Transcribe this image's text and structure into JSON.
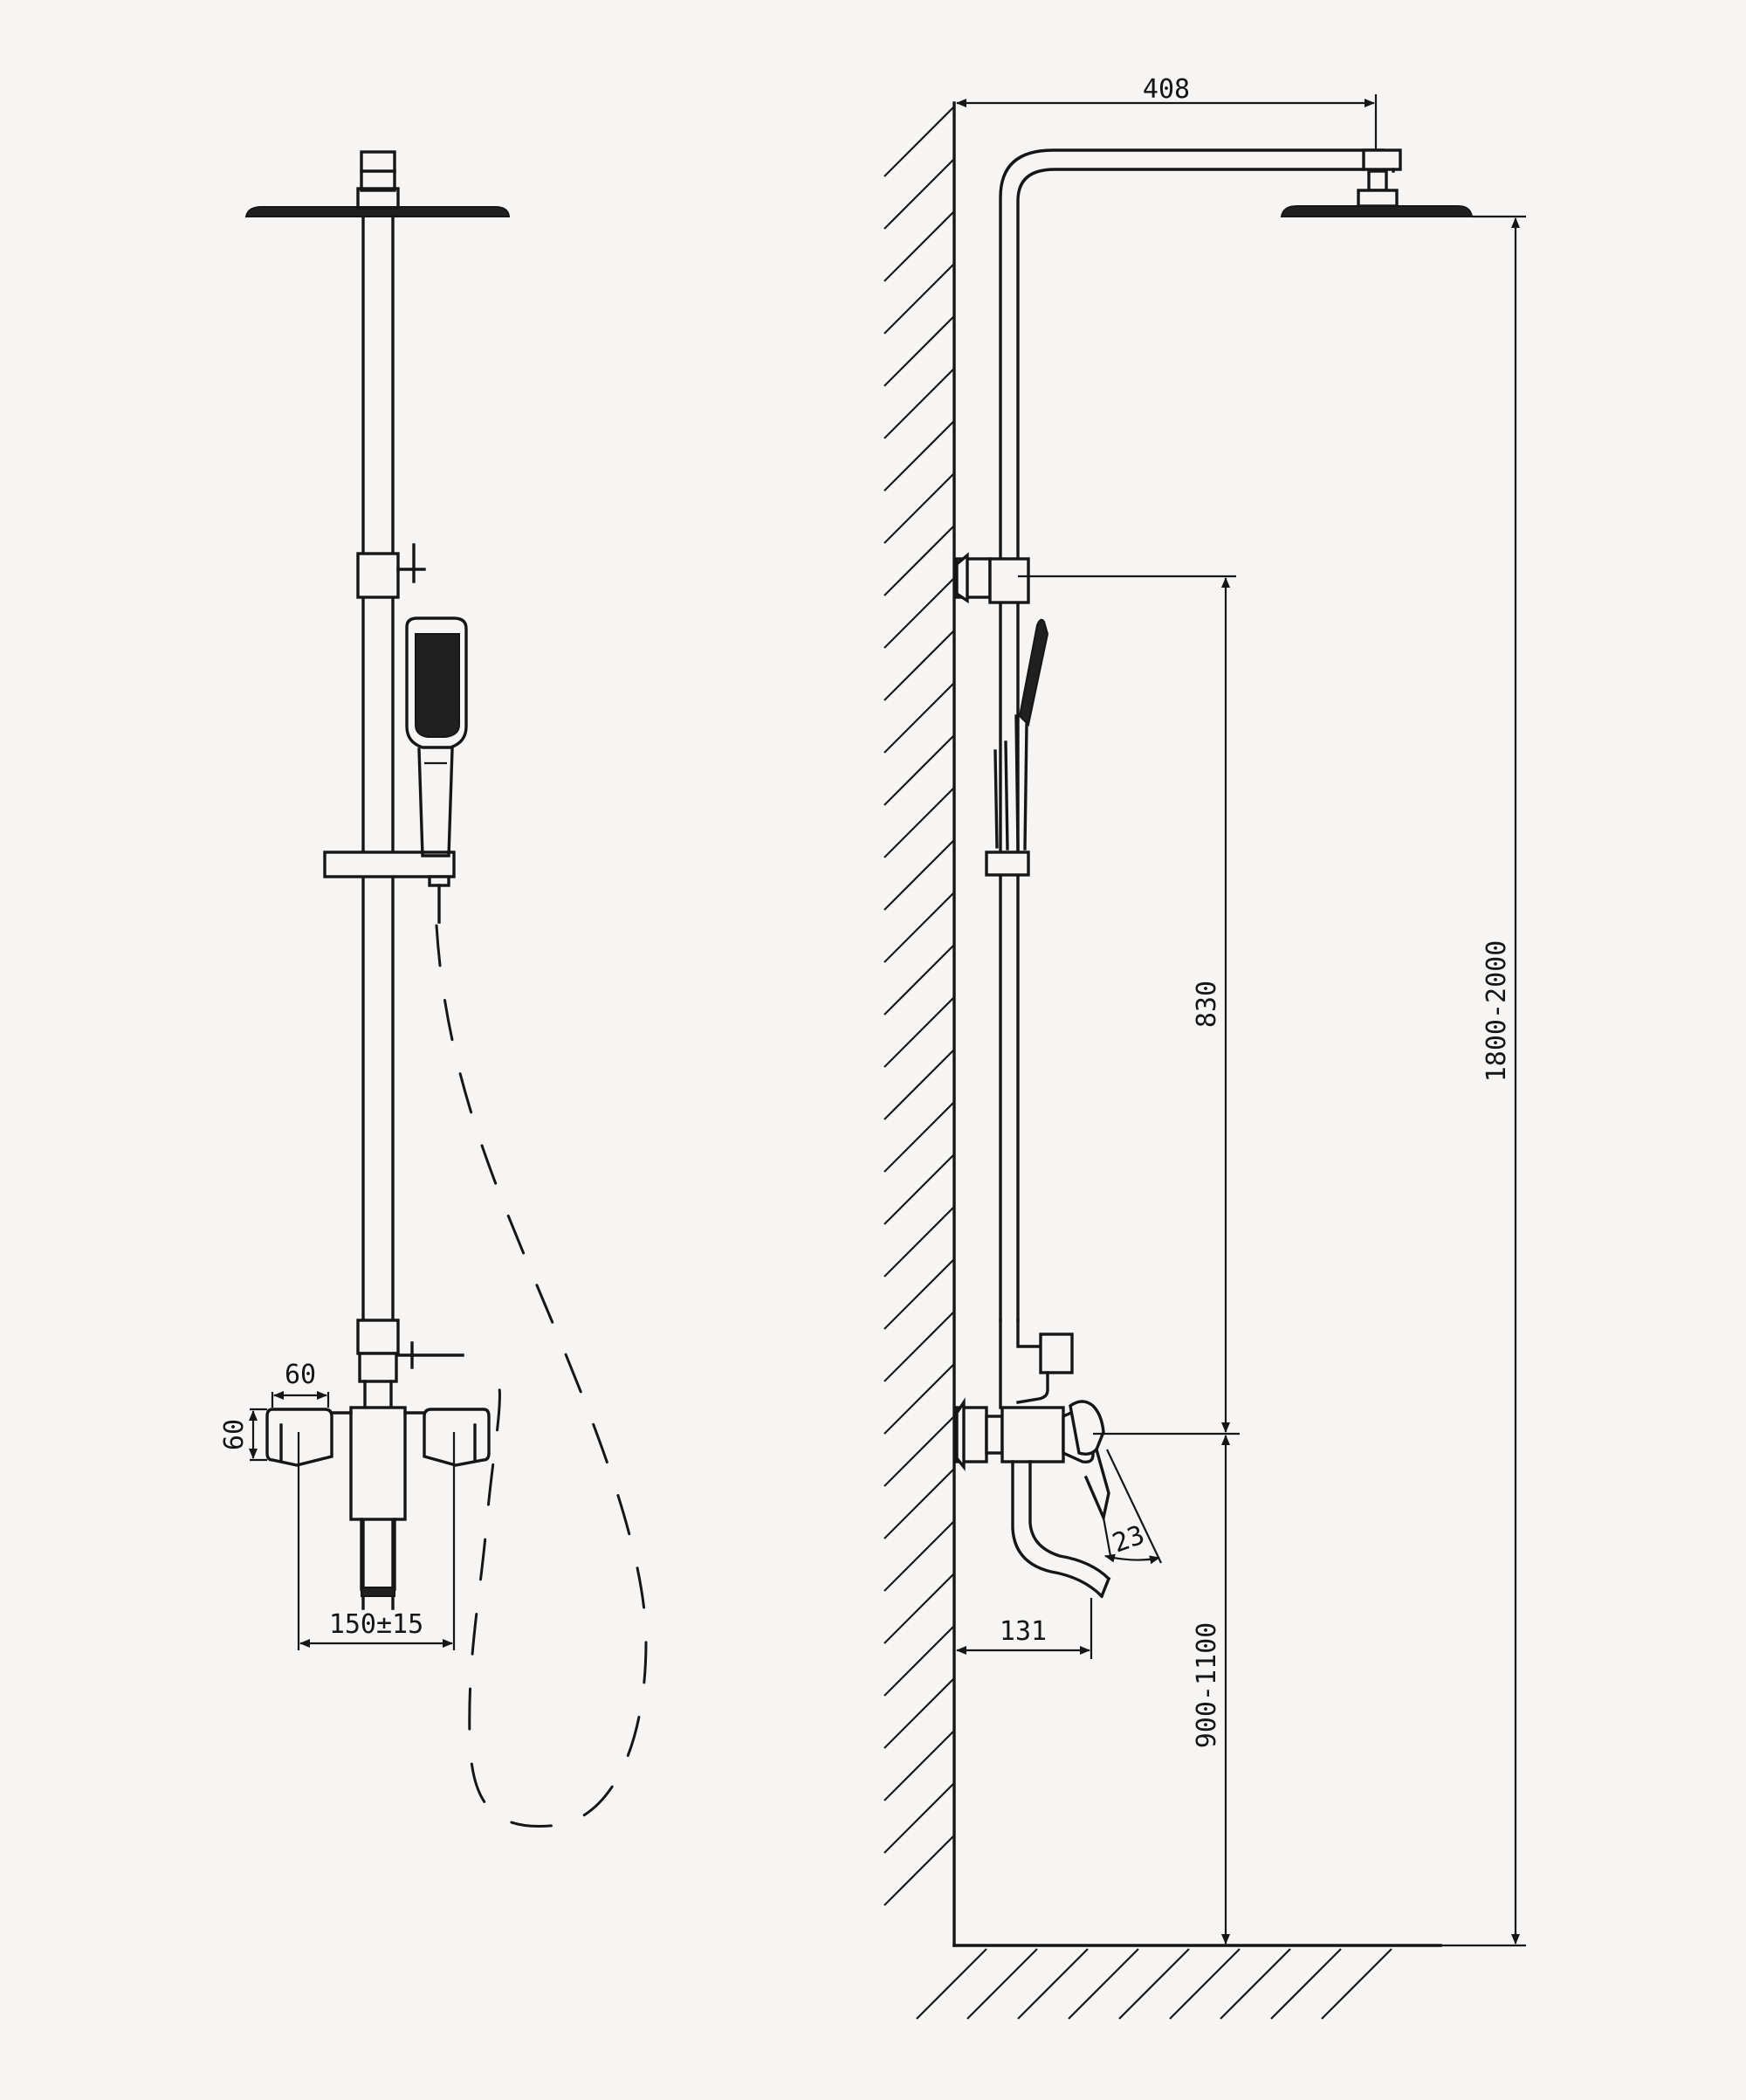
{
  "dimensions": {
    "head_reach": "408",
    "total_height": "1800-2000",
    "bracket_to_mixer": "830",
    "mixer_height": "900-1100",
    "spout_projection": "131",
    "lever_angle": "23",
    "mixer_width": "60",
    "mixer_depth": "60",
    "inlet_centers": "150±15"
  }
}
